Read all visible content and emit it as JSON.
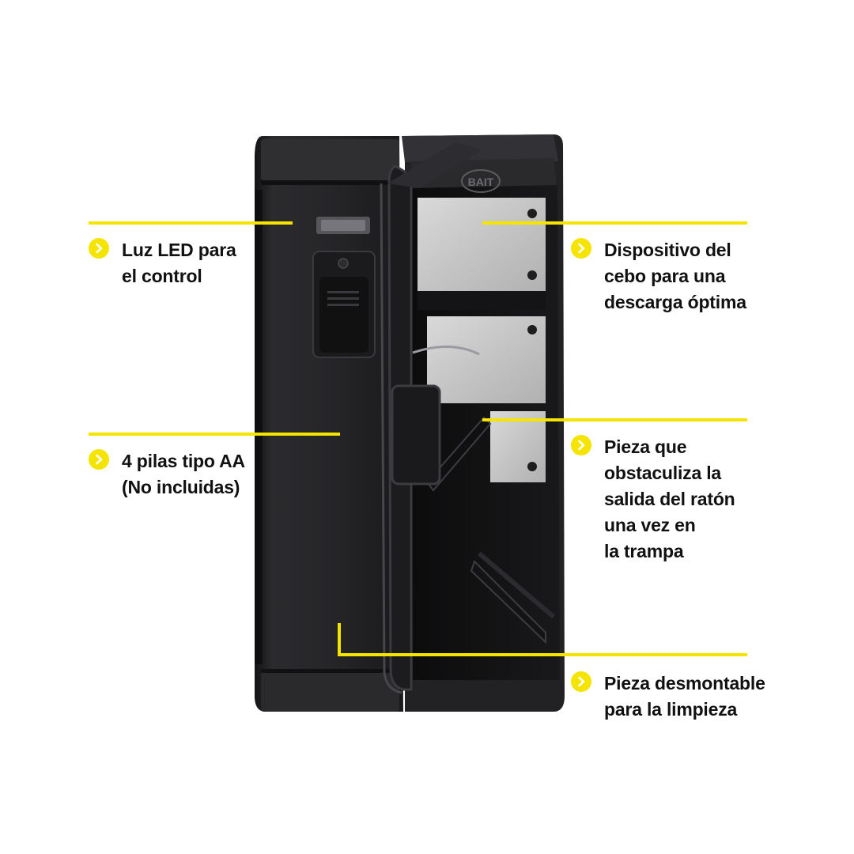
{
  "colors": {
    "accent": "#f4e400",
    "text": "#111111"
  },
  "device": {
    "bait_stamp": "BAIT"
  },
  "callouts": [
    {
      "id": "led",
      "text": "Luz LED para\nel control",
      "icon": "chevron-right-icon"
    },
    {
      "id": "batteries",
      "text": "4 pilas tipo AA\n(No incluidas)",
      "icon": "chevron-right-icon"
    },
    {
      "id": "bait",
      "text": "Dispositivo del\ncebo para una\ndescarga óptima",
      "icon": "chevron-right-icon"
    },
    {
      "id": "barrier",
      "text": "Pieza que\nobstaculiza la\nsalida del ratón\nuna vez en\nla trampa",
      "icon": "chevron-right-icon"
    },
    {
      "id": "removable",
      "text": "Pieza desmontable\npara la limpieza",
      "icon": "chevron-right-icon"
    }
  ]
}
